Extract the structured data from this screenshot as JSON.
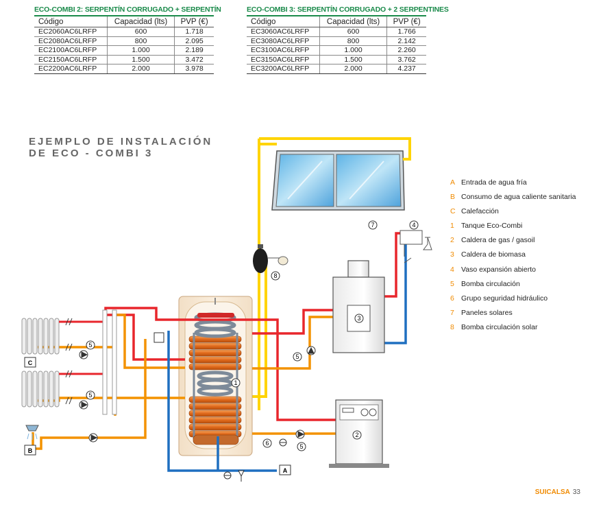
{
  "tables": [
    {
      "title": "ECO-COMBI 2: SERPENTÍN CORRUGADO + SERPENTÍN",
      "headers": [
        "Código",
        "Capacidad (lts)",
        "PVP (€)"
      ],
      "rows": [
        [
          "EC2060AC6LRFP",
          "600",
          "1.718"
        ],
        [
          "EC2080AC6LRFP",
          "800",
          "2.095"
        ],
        [
          "EC2100AC6LRFP",
          "1.000",
          "2.189"
        ],
        [
          "EC2150AC6LRFP",
          "1.500",
          "3.472"
        ],
        [
          "EC2200AC6LRFP",
          "2.000",
          "3.978"
        ]
      ]
    },
    {
      "title": "ECO-COMBI 3: SERPENTÍN CORRUGADO + 2 SERPENTINES",
      "headers": [
        "Código",
        "Capacidad (lts)",
        "PVP (€)"
      ],
      "rows": [
        [
          "EC3060AC6LRFP",
          "600",
          "1.766"
        ],
        [
          "EC3080AC6LRFP",
          "800",
          "2.142"
        ],
        [
          "EC3100AC6LRFP",
          "1.000",
          "2.260"
        ],
        [
          "EC3150AC6LRFP",
          "1.500",
          "3.762"
        ],
        [
          "EC3200AC6LRFP",
          "2.000",
          "4.237"
        ]
      ]
    }
  ],
  "example": {
    "line1": "EJEMPLO DE INSTALACIÓN",
    "line2": "DE ECO - COMBI 3"
  },
  "legend": [
    {
      "key": "A",
      "text": "Entrada de agua fría"
    },
    {
      "key": "B",
      "text": "Consumo de agua caliente sanitaria"
    },
    {
      "key": "C",
      "text": "Calefacción"
    },
    {
      "key": "1",
      "text": "Tanque Eco-Combi"
    },
    {
      "key": "2",
      "text": "Caldera de gas / gasoil"
    },
    {
      "key": "3",
      "text": "Caldera de biomasa"
    },
    {
      "key": "4",
      "text": "Vaso expansión abierto"
    },
    {
      "key": "5",
      "text": "Bomba circulación"
    },
    {
      "key": "6",
      "text": "Grupo seguridad hidráulico"
    },
    {
      "key": "7",
      "text": "Paneles solares"
    },
    {
      "key": "8",
      "text": "Bomba circulación solar"
    }
  ],
  "diagram_labels": {
    "A": "A",
    "B": "B",
    "C": "C",
    "n1": "1",
    "n2": "2",
    "n3": "3",
    "n4": "4",
    "n5": "5",
    "n6": "6",
    "n7": "7",
    "n8": "8"
  },
  "footer": {
    "brand": "SUICALSA",
    "page": "33"
  },
  "colors": {
    "hot": "#e8262c",
    "warm": "#f39200",
    "solar": "#ffd400",
    "cold": "#1f6fc0",
    "accent": "#1a8a4a"
  }
}
